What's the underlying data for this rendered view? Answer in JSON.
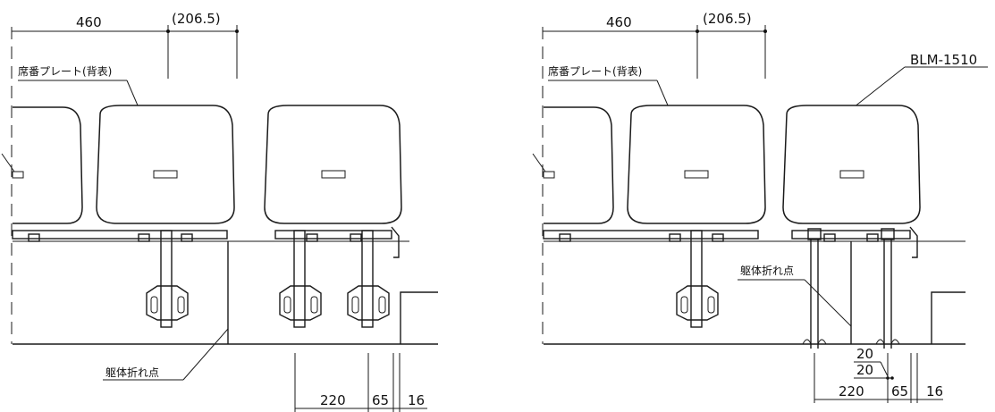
{
  "left_view": {
    "dim_seat_width": "460",
    "dim_overhang": "(206.5)",
    "label_seat_plate": "席番プレート(背表)",
    "label_fold_point": "躯体折れ点",
    "dim_bottom": [
      "220",
      "65",
      "16"
    ]
  },
  "right_view": {
    "dim_seat_width": "460",
    "dim_overhang": "(206.5)",
    "label_seat_plate": "席番プレート(背表)",
    "label_model": "BLM-1510",
    "label_fold_point": "躯体折れ点",
    "dim_offsets": [
      "20",
      "20"
    ],
    "dim_bottom": [
      "220",
      "65",
      "16"
    ]
  }
}
